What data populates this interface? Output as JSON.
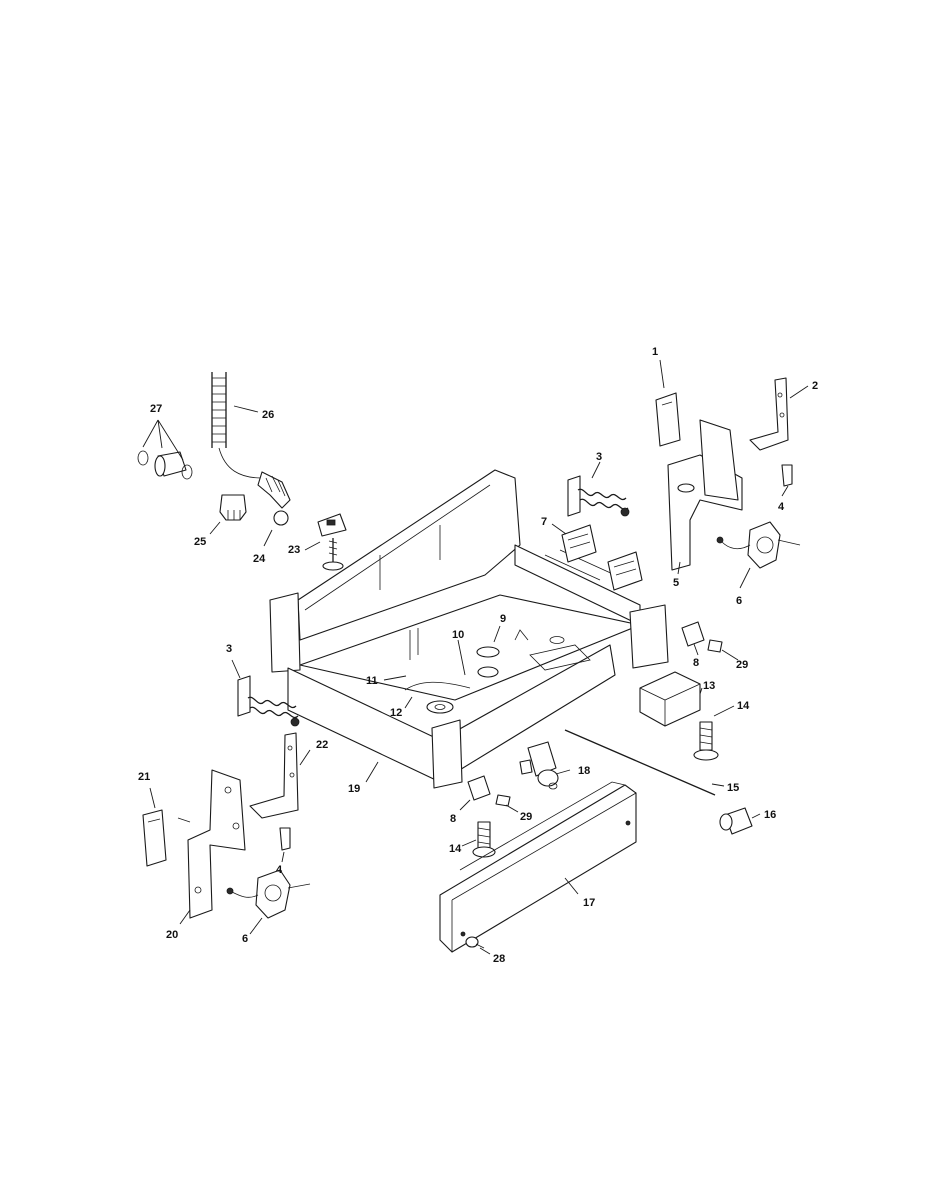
{
  "callouts": {
    "c1": "1",
    "c2": "2",
    "c3a": "3",
    "c3b": "3",
    "c4a": "4",
    "c4b": "4",
    "c5": "5",
    "c6a": "6",
    "c6b": "6",
    "c7": "7",
    "c8a": "8",
    "c8b": "8",
    "c9": "9",
    "c10": "10",
    "c11": "11",
    "c12": "12",
    "c13": "13",
    "c14a": "14",
    "c14b": "14",
    "c15": "15",
    "c16": "16",
    "c17": "17",
    "c18": "18",
    "c19": "19",
    "c20": "20",
    "c21": "21",
    "c22": "22",
    "c23": "23",
    "c24": "24",
    "c25": "25",
    "c26": "26",
    "c27": "27",
    "c28": "28",
    "c29a": "29",
    "c29b": "29"
  }
}
